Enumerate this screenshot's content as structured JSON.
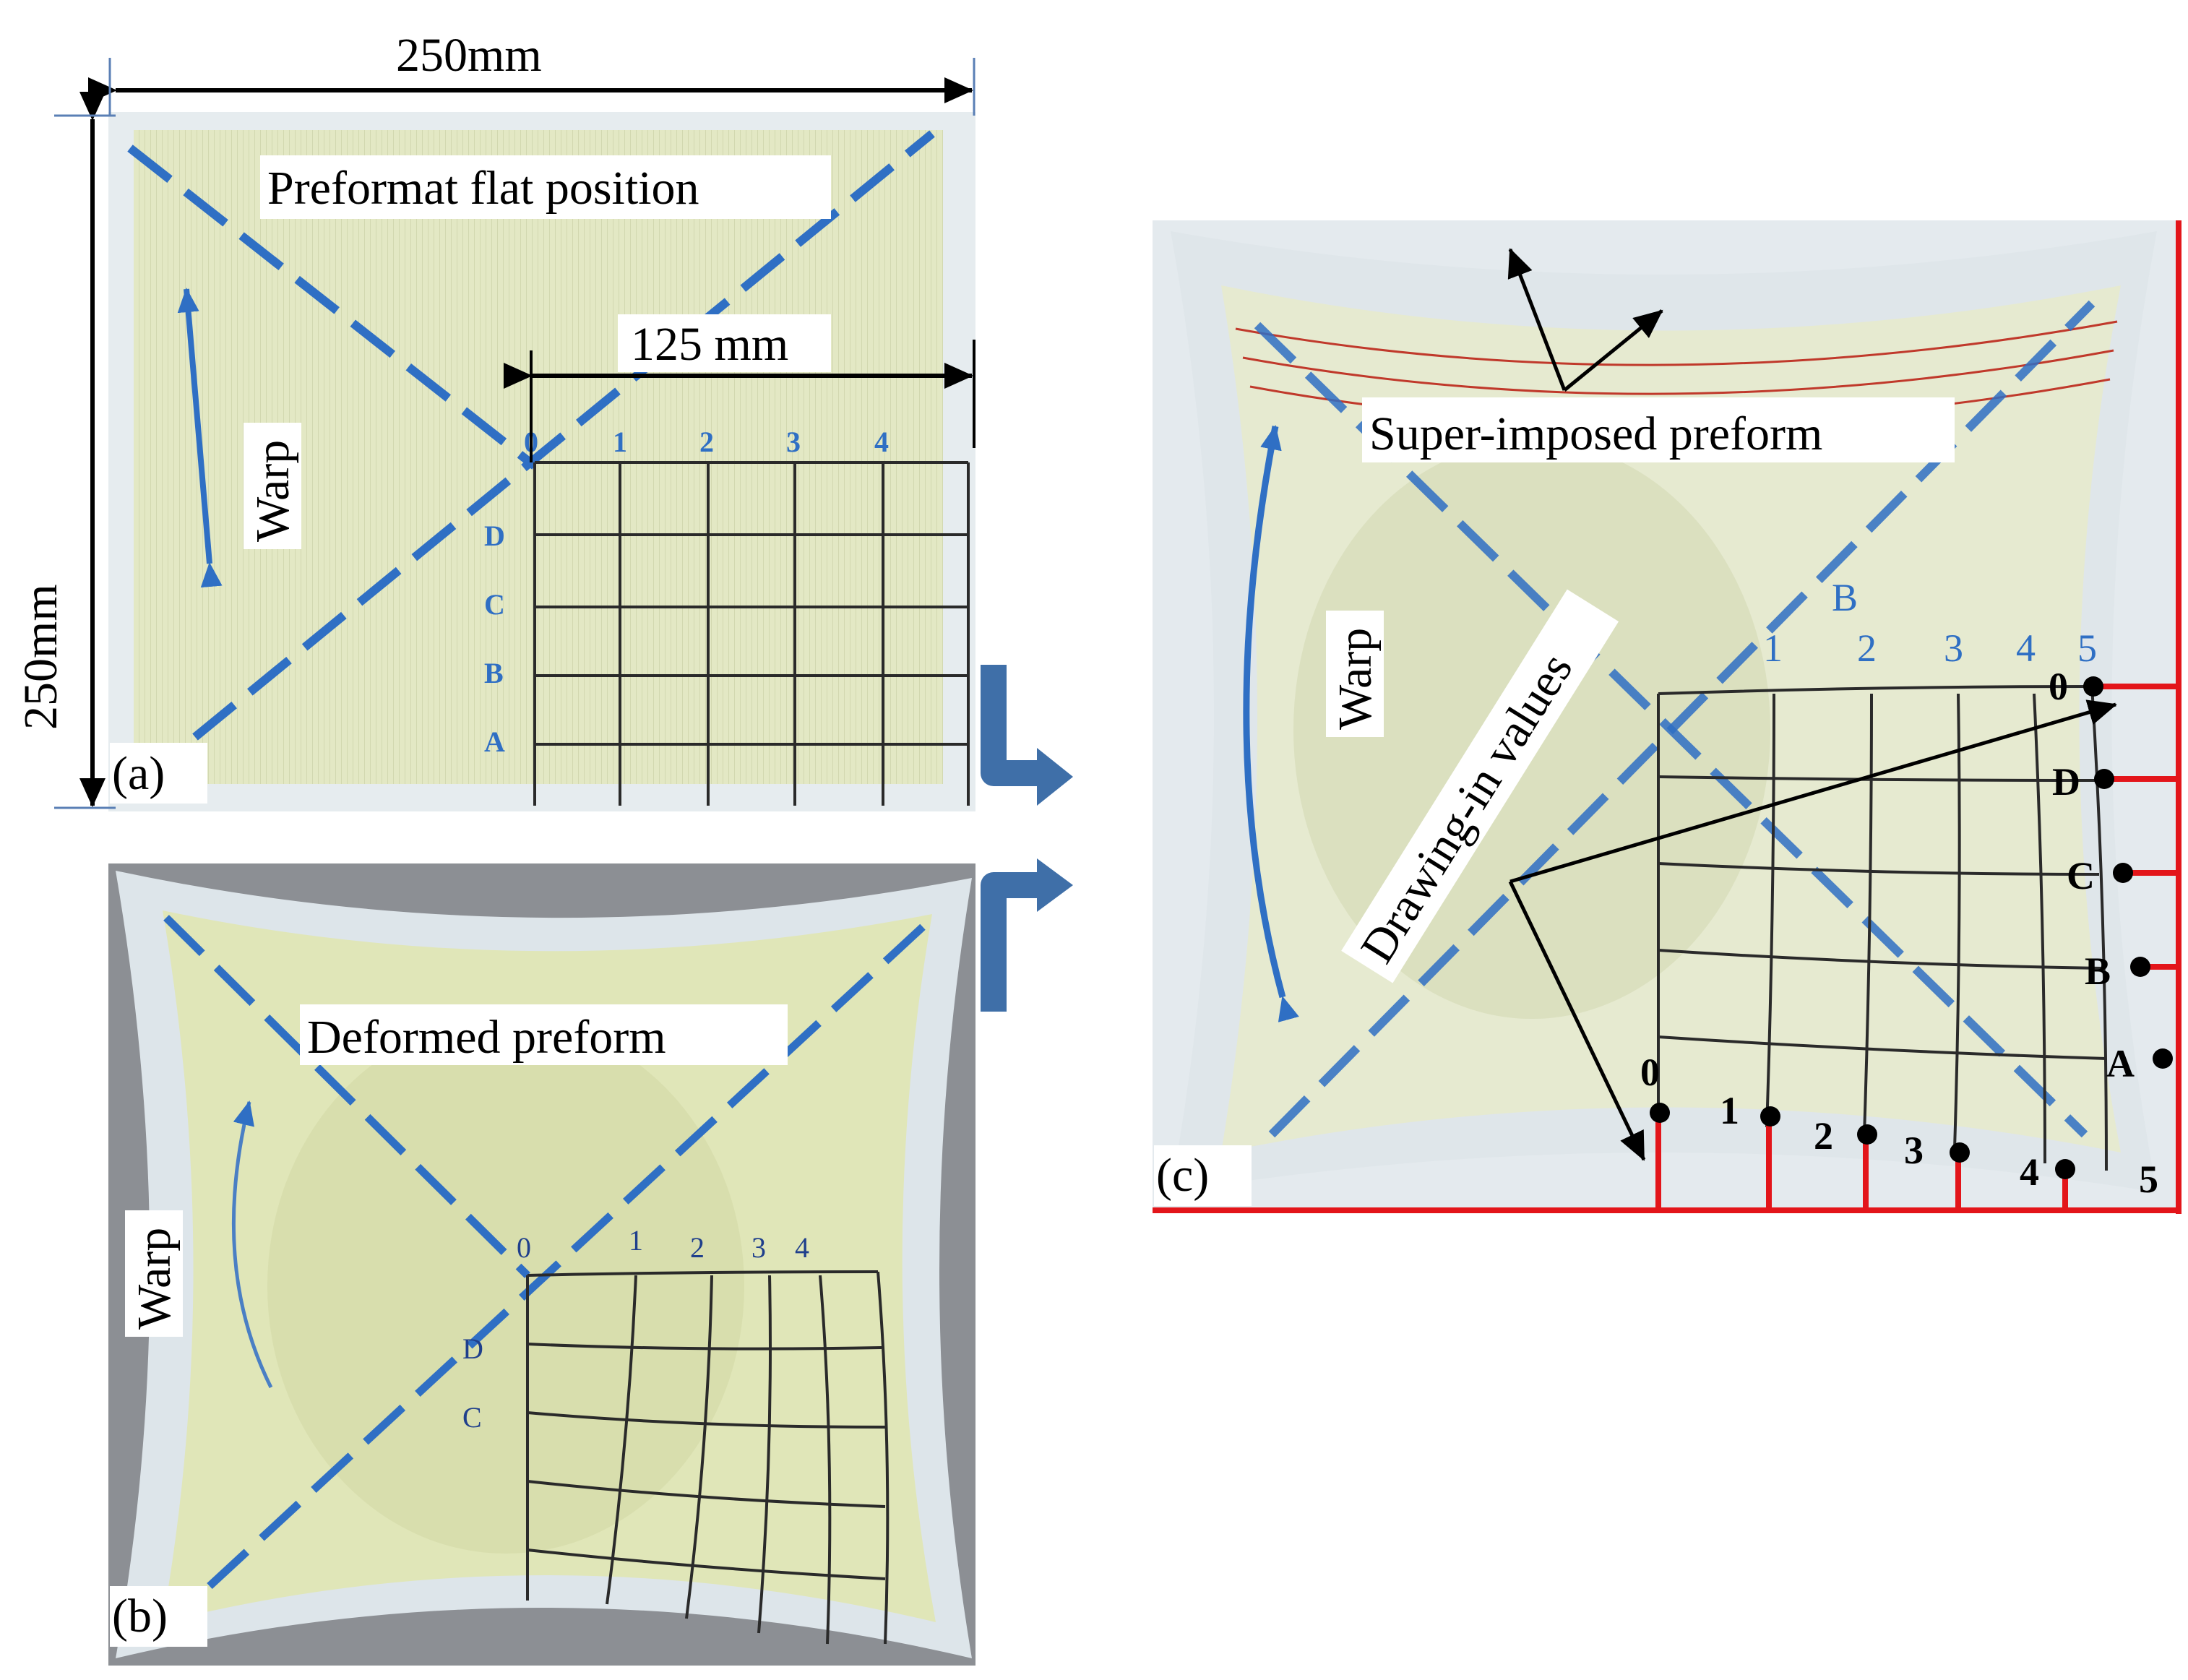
{
  "panel_a": {
    "tag": "(a)",
    "title": "Preformat flat position",
    "width_dimension": "250mm",
    "height_dimension": "250mm",
    "half_dimension": "125 mm",
    "warp_label": "Warp"
  },
  "panel_b": {
    "tag": "(b)",
    "title": "Deformed preform",
    "warp_label": "Warp"
  },
  "panel_c": {
    "tag": "(c)",
    "title": "Super-imposed preform",
    "warp_label": "Warp",
    "annotation": "Drawing-in values",
    "bottom_markers": [
      "0",
      "1",
      "2",
      "3",
      "4",
      "5"
    ],
    "side_markers": [
      "0",
      "D",
      "C",
      "B",
      "A"
    ]
  },
  "colors": {
    "fabric": "#e3e8c4",
    "fabric_shadow": "#c9cfa6",
    "frame": "#dde5ea",
    "tape": "#c8d6e4",
    "blue_marker": "#2f6fc4",
    "grid_ink": "#2a2a2a",
    "red_rule": "#e3151a",
    "arrow_connector": "#3f6fa8",
    "background_b": "#8c8f94"
  }
}
